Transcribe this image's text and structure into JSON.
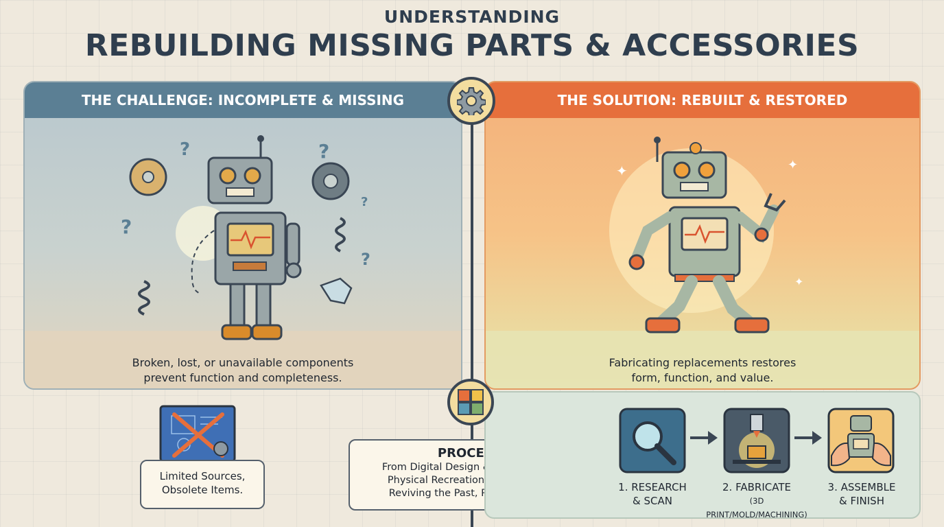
{
  "header": {
    "supertitle": "UNDERSTANDING",
    "title": "REBUILDING MISSING PARTS & ACCESSORIES"
  },
  "challenge": {
    "heading": "THE CHALLENGE: INCOMPLETE & MISSING",
    "caption_line1": "Broken, lost, or unavailable components",
    "caption_line2": "prevent function and completeness.",
    "header_color": "#5b7f94"
  },
  "solution": {
    "heading": "THE SOLUTION: REBUILT & RESTORED",
    "caption_line1": "Fabricating replacements restores",
    "caption_line2": "form, function, and value.",
    "header_color": "#e66f3c"
  },
  "sources": {
    "line1": "Limited Sources,",
    "line2": "Obsolete Items."
  },
  "process": {
    "title": "PROCESS:",
    "line1": "From Digital Design & Replication to",
    "line2": "Physical Recreation & Integration.",
    "line3": "Reviving the Past, Piece by Piece."
  },
  "steps": [
    {
      "line1": "1. RESEARCH",
      "line2": "& SCAN",
      "icon": "magnifier-icon"
    },
    {
      "line1": "2. FABRICATE",
      "line2": "(3D PRINT/MOLD/MACHINING)",
      "icon": "3d-printer-icon"
    },
    {
      "line1": "3. ASSEMBLE",
      "line2": "& FINISH",
      "icon": "hands-robot-icon"
    }
  ]
}
